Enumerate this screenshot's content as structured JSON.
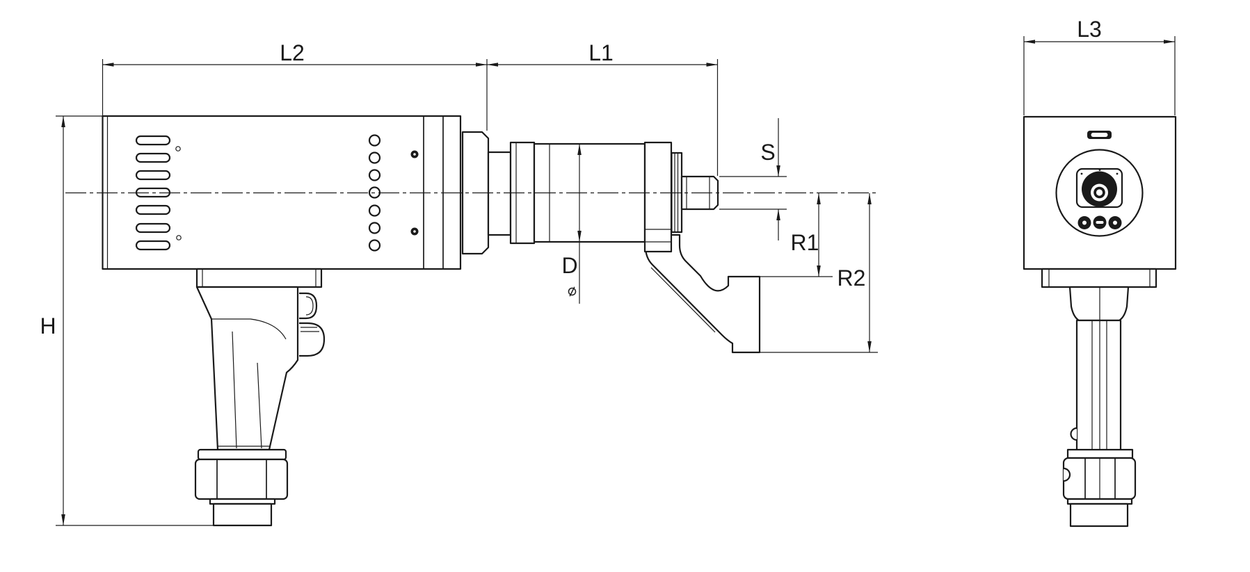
{
  "drawing": {
    "dimension_labels": {
      "l2": "L2",
      "l1": "L1",
      "l3": "L3",
      "h": "H",
      "d": "D",
      "diameter": "⌀",
      "s": "S",
      "r1": "R1",
      "r2": "R2"
    },
    "line_color": "#1a1a1a",
    "background_color": "#ffffff"
  }
}
